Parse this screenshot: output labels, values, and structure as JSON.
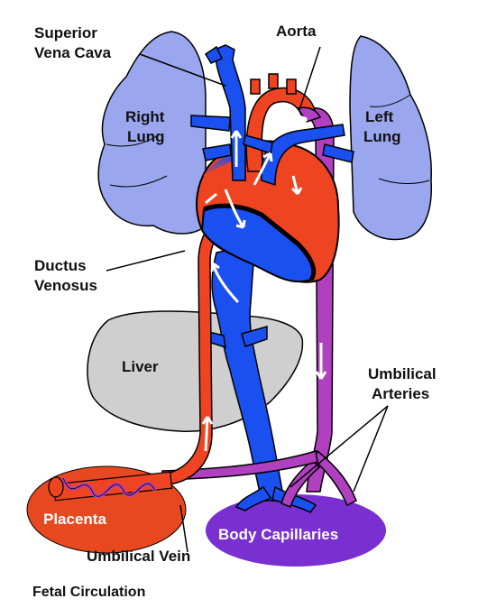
{
  "labels": {
    "superior_vena_cava_1": "Superior",
    "superior_vena_cava_2": "Vena Cava",
    "aorta": "Aorta",
    "right_lung_1": "Right",
    "right_lung_2": "Lung",
    "left_lung_1": "Left",
    "left_lung_2": "Lung",
    "ductus_venosus_1": "Ductus",
    "ductus_venosus_2": "Venosus",
    "liver": "Liver",
    "umbilical_arteries_1": "Umbilical",
    "umbilical_arteries_2": "Arteries",
    "placenta": "Placenta",
    "body_capillaries": "Body Capillaries",
    "umbilical_vein": "Umbilical Vein",
    "caption": "Fetal Circulation"
  },
  "colors": {
    "deoxygenated": "#1a4ff0",
    "oxygenated": "#ee4422",
    "mixed_arterial": "#b040c0",
    "lung": "#9aa6ee",
    "liver": "#cfcfcf",
    "placenta": "#e8481f",
    "body_capillaries": "#7a2fd0",
    "outline": "#000000"
  }
}
